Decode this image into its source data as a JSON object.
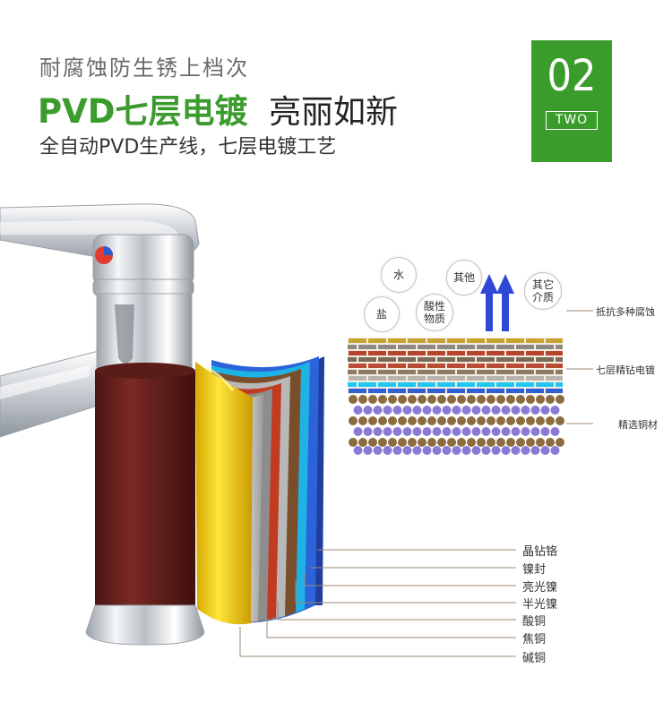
{
  "header": {
    "line1": "耐腐蚀防生锈上档次",
    "line2_green": "PVD七层电镀",
    "line2_dark": "亮丽如新",
    "line3": "全自动PVD生产线，七层电镀工艺"
  },
  "badge": {
    "number": "02",
    "word": "TWO",
    "color": "#3a9c2b"
  },
  "threats": [
    "水",
    "其他",
    "盐",
    "酸性物质",
    "其它介质"
  ],
  "right_labels": [
    "抵抗多种腐蚀",
    "七层精钻电镀",
    "精选铜材"
  ],
  "layer_labels": [
    "晶钻铬",
    "镍封",
    "亮光镍",
    "半光镍",
    "酸铜",
    "焦铜",
    "碱铜"
  ],
  "colors": {
    "accent_green": "#3a9c2b",
    "arrow_blue": "#2f49d6"
  }
}
